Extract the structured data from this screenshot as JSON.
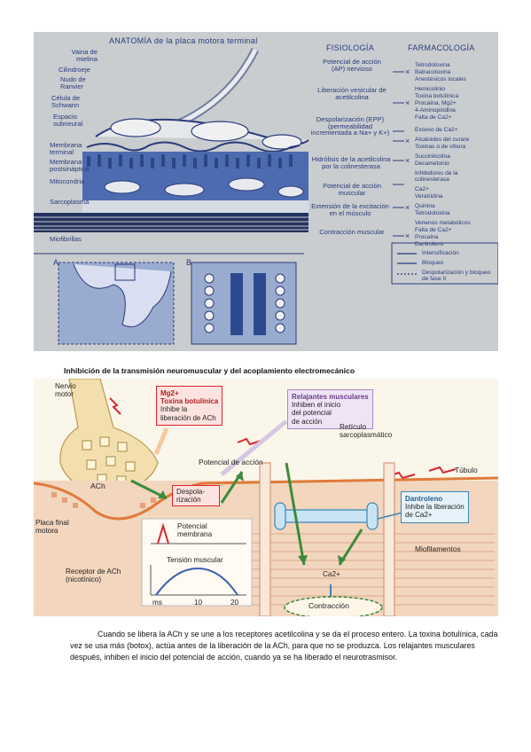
{
  "figure1": {
    "title": "ANATOMÍA de la placa motora terminal",
    "col_fisiologia": "FISIOLOGÍA",
    "col_farmacologia": "FARMACOLOGÍA",
    "anatomy_labels": [
      "Vaina de mielina",
      "Cilindroeje",
      "Nudo de Ranvier",
      "Célula de Schwann",
      "Espacio subneural",
      "Membrana terminal",
      "Membrana postsináptica",
      "Mitocondria",
      "Sarcoplasma",
      "Miofibrillas"
    ],
    "inset_a": "A",
    "inset_b": "B",
    "physiology_steps": [
      "Potencial de acción (AP) nervioso",
      "Liberación vesicular de acetilcolina",
      "Despolarización (EPP) (permeabilidad incrementada a Na+ y K+)",
      "Hidrólisis de la acetilcolina por la colinesterasa",
      "Potencial de acción muscular",
      "Extensión de la excitación en el músculo",
      "Contracción muscular"
    ],
    "pharmacology": [
      "Tetrodotoxina",
      "Batracotoxina",
      "Anestésicos locales",
      "Hemicolinio",
      "Toxina botulínica",
      "Procaína, Mg2+",
      "4-Aminopiridina",
      "Falta de Ca2+",
      "Exceso de Ca2+",
      "Alcaloides del curare",
      "Toxinas α de víbora",
      "Succinilcolina",
      "Decametonio",
      "Inhibidores de la colinesterasa",
      "Ca2+",
      "Veratridina",
      "Quinina",
      "Tetrodotoxina",
      "Venenos metabólicos",
      "Falta de Ca2+",
      "Procaína",
      "Dantroleno"
    ],
    "legend": {
      "intensificacion": "Intensificación",
      "bloqueo": "Bloqueo",
      "despolarizacion": "Despolarización y bloqueo de fase II"
    }
  },
  "caption": "Inhibición de la transmisión neuromuscular y del acoplamiento electromecánico",
  "figure2": {
    "nervio_motor": "Nervio motor",
    "box_mg": {
      "l1": "Mg2+",
      "l2": "Toxina botulínica",
      "l3": "Inhibe la",
      "l4": "liberación de ACh"
    },
    "box_relajantes": {
      "l1": "Relajantes musculares",
      "l2": "Inhiben el inicio",
      "l3": "del potencial",
      "l4": "de acción"
    },
    "reticulo": "Retículo sarcoplasmático",
    "tubulo": "Túbulo",
    "potencial_accion": "Potencial de acción",
    "ach": "ACh",
    "despolarizacion": "Despola-rización",
    "box_dantroleno": {
      "l1": "Dantroleno",
      "l2": "Inhibe la liberación",
      "l3": "de Ca2+"
    },
    "placa_final": "Placa final motora",
    "receptor": "Receptor de ACh (nicotínico)",
    "potencial_membrana": "Potencial membrana",
    "tension": "Tensión muscular",
    "ms_ticks": [
      "ms",
      "10",
      "20"
    ],
    "ca": "Ca2+",
    "contraccion": "Contracción",
    "miofilamentos": "Miofilamentos"
  },
  "paragraph": "Cuando se libera la ACh y se une a los receptores acetilcolina y se da el proceso entero. La toxina botulínica, cada vez se usa más (botox), actúa antes de la liberación de la ACh, para que no se produzca. Los relajantes musculares después, inhiben el inicio del potencial de acción, cuando ya se ha liberado el neurotrasmisor.",
  "colors": {
    "fig1_bg": "#c9cdd0",
    "fig1_text": "#2a3a7a",
    "fig2_bg": "#fbf6ea",
    "accent_red": "#d8262c",
    "accent_green": "#3c8a3c"
  }
}
